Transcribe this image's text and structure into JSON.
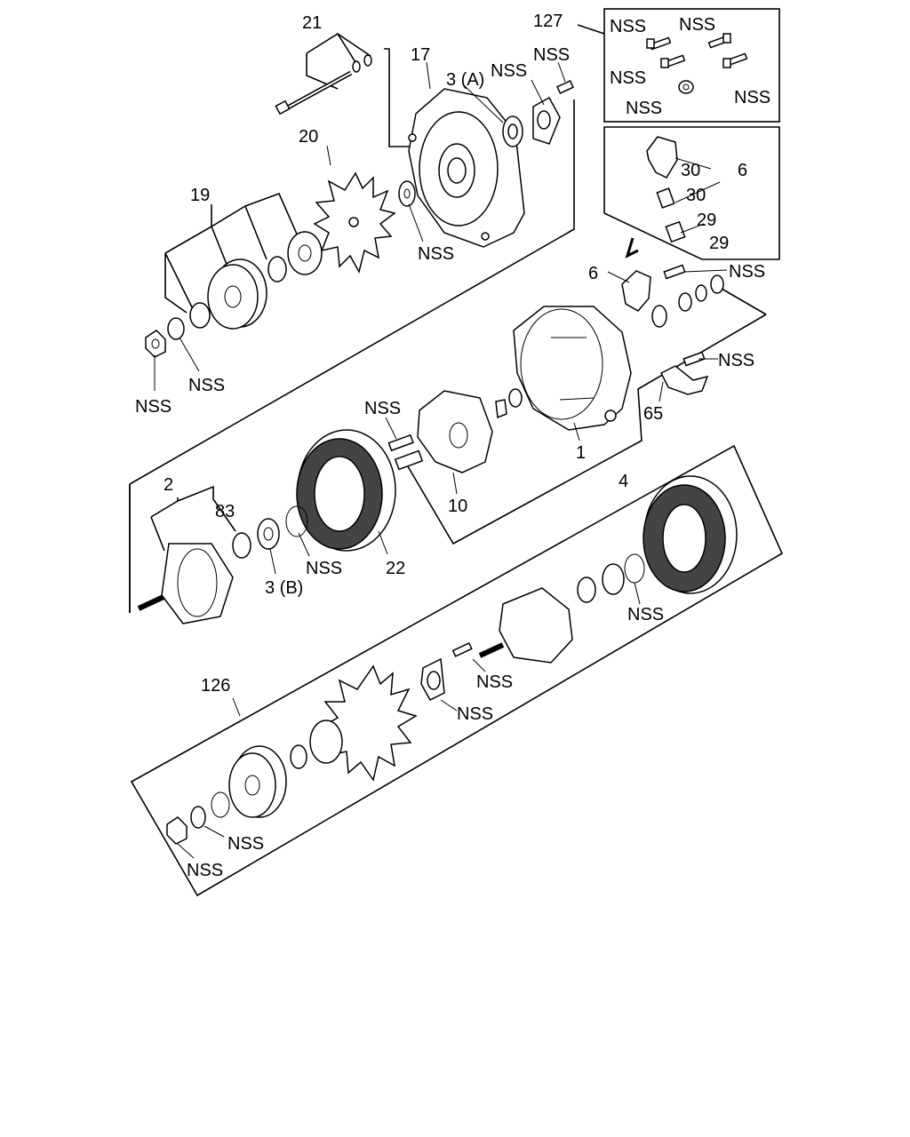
{
  "callouts": {
    "c21": "21",
    "c17": "17",
    "c3a": "3 (A)",
    "nss_3a": "NSS",
    "nss_bolt_top": "NSS",
    "c127": "127",
    "k_nss1": "NSS",
    "k_nss2": "NSS",
    "k_nss3": "NSS",
    "k_nss4": "NSS",
    "k_nss5": "NSS",
    "c20": "20",
    "c19": "19",
    "nss_fan": "NSS",
    "c30a": "30",
    "c30b": "30",
    "c6r": "6",
    "c29a": "29",
    "c29b": "29",
    "c6": "6",
    "nss_brush": "NSS",
    "nss_term": "NSS",
    "c65": "65",
    "nss_nut1": "NSS",
    "nss_nut2": "NSS",
    "nss_bolt10": "NSS",
    "c1": "1",
    "c4": "4",
    "c10": "10",
    "c2": "2",
    "c83": "83",
    "nss_oring": "NSS",
    "c3b": "3 (B)",
    "c22": "22",
    "nss_o2": "NSS",
    "nss_s1": "NSS",
    "nss_s2": "NSS",
    "c126": "126",
    "nss_n3": "NSS",
    "nss_n4": "NSS"
  }
}
